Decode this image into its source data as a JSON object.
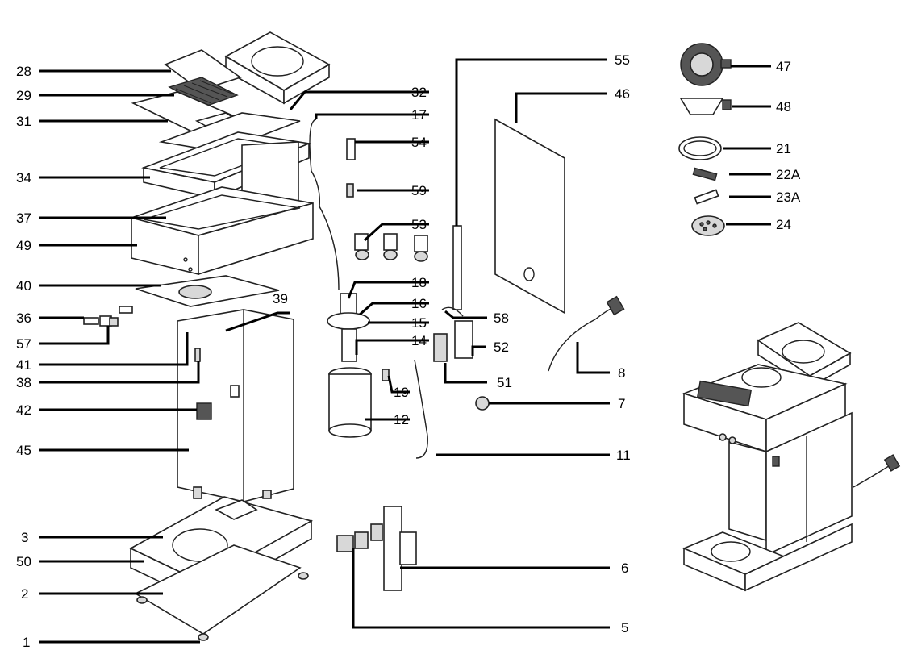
{
  "callouts": [
    {
      "id": "c28",
      "text": "28"
    },
    {
      "id": "c29",
      "text": "29"
    },
    {
      "id": "c31",
      "text": "31"
    },
    {
      "id": "c34",
      "text": "34"
    },
    {
      "id": "c37",
      "text": "37"
    },
    {
      "id": "c49",
      "text": "49"
    },
    {
      "id": "c40",
      "text": "40"
    },
    {
      "id": "c36",
      "text": "36"
    },
    {
      "id": "c57",
      "text": "57"
    },
    {
      "id": "c41",
      "text": "41"
    },
    {
      "id": "c38",
      "text": "38"
    },
    {
      "id": "c42",
      "text": "42"
    },
    {
      "id": "c45",
      "text": "45"
    },
    {
      "id": "c3",
      "text": "3"
    },
    {
      "id": "c50",
      "text": "50"
    },
    {
      "id": "c2",
      "text": "2"
    },
    {
      "id": "c1",
      "text": "1"
    },
    {
      "id": "c32",
      "text": "32"
    },
    {
      "id": "c17",
      "text": "17"
    },
    {
      "id": "c54",
      "text": "54"
    },
    {
      "id": "c59",
      "text": "59"
    },
    {
      "id": "c53",
      "text": "53"
    },
    {
      "id": "c18",
      "text": "18"
    },
    {
      "id": "c16",
      "text": "16"
    },
    {
      "id": "c15",
      "text": "15"
    },
    {
      "id": "c14",
      "text": "14"
    },
    {
      "id": "c19",
      "text": "19"
    },
    {
      "id": "c12",
      "text": "12"
    },
    {
      "id": "c39",
      "text": "39"
    },
    {
      "id": "c55",
      "text": "55"
    },
    {
      "id": "c46",
      "text": "46"
    },
    {
      "id": "c58",
      "text": "58"
    },
    {
      "id": "c52",
      "text": "52"
    },
    {
      "id": "c51",
      "text": "51"
    },
    {
      "id": "c8",
      "text": "8"
    },
    {
      "id": "c7",
      "text": "7"
    },
    {
      "id": "c11",
      "text": "11"
    },
    {
      "id": "c6",
      "text": "6"
    },
    {
      "id": "c5",
      "text": "5"
    },
    {
      "id": "c47",
      "text": "47"
    },
    {
      "id": "c48",
      "text": "48"
    },
    {
      "id": "c21",
      "text": "21"
    },
    {
      "id": "c22A",
      "text": "22A"
    },
    {
      "id": "c23A",
      "text": "23A"
    },
    {
      "id": "c24",
      "text": "24"
    }
  ]
}
